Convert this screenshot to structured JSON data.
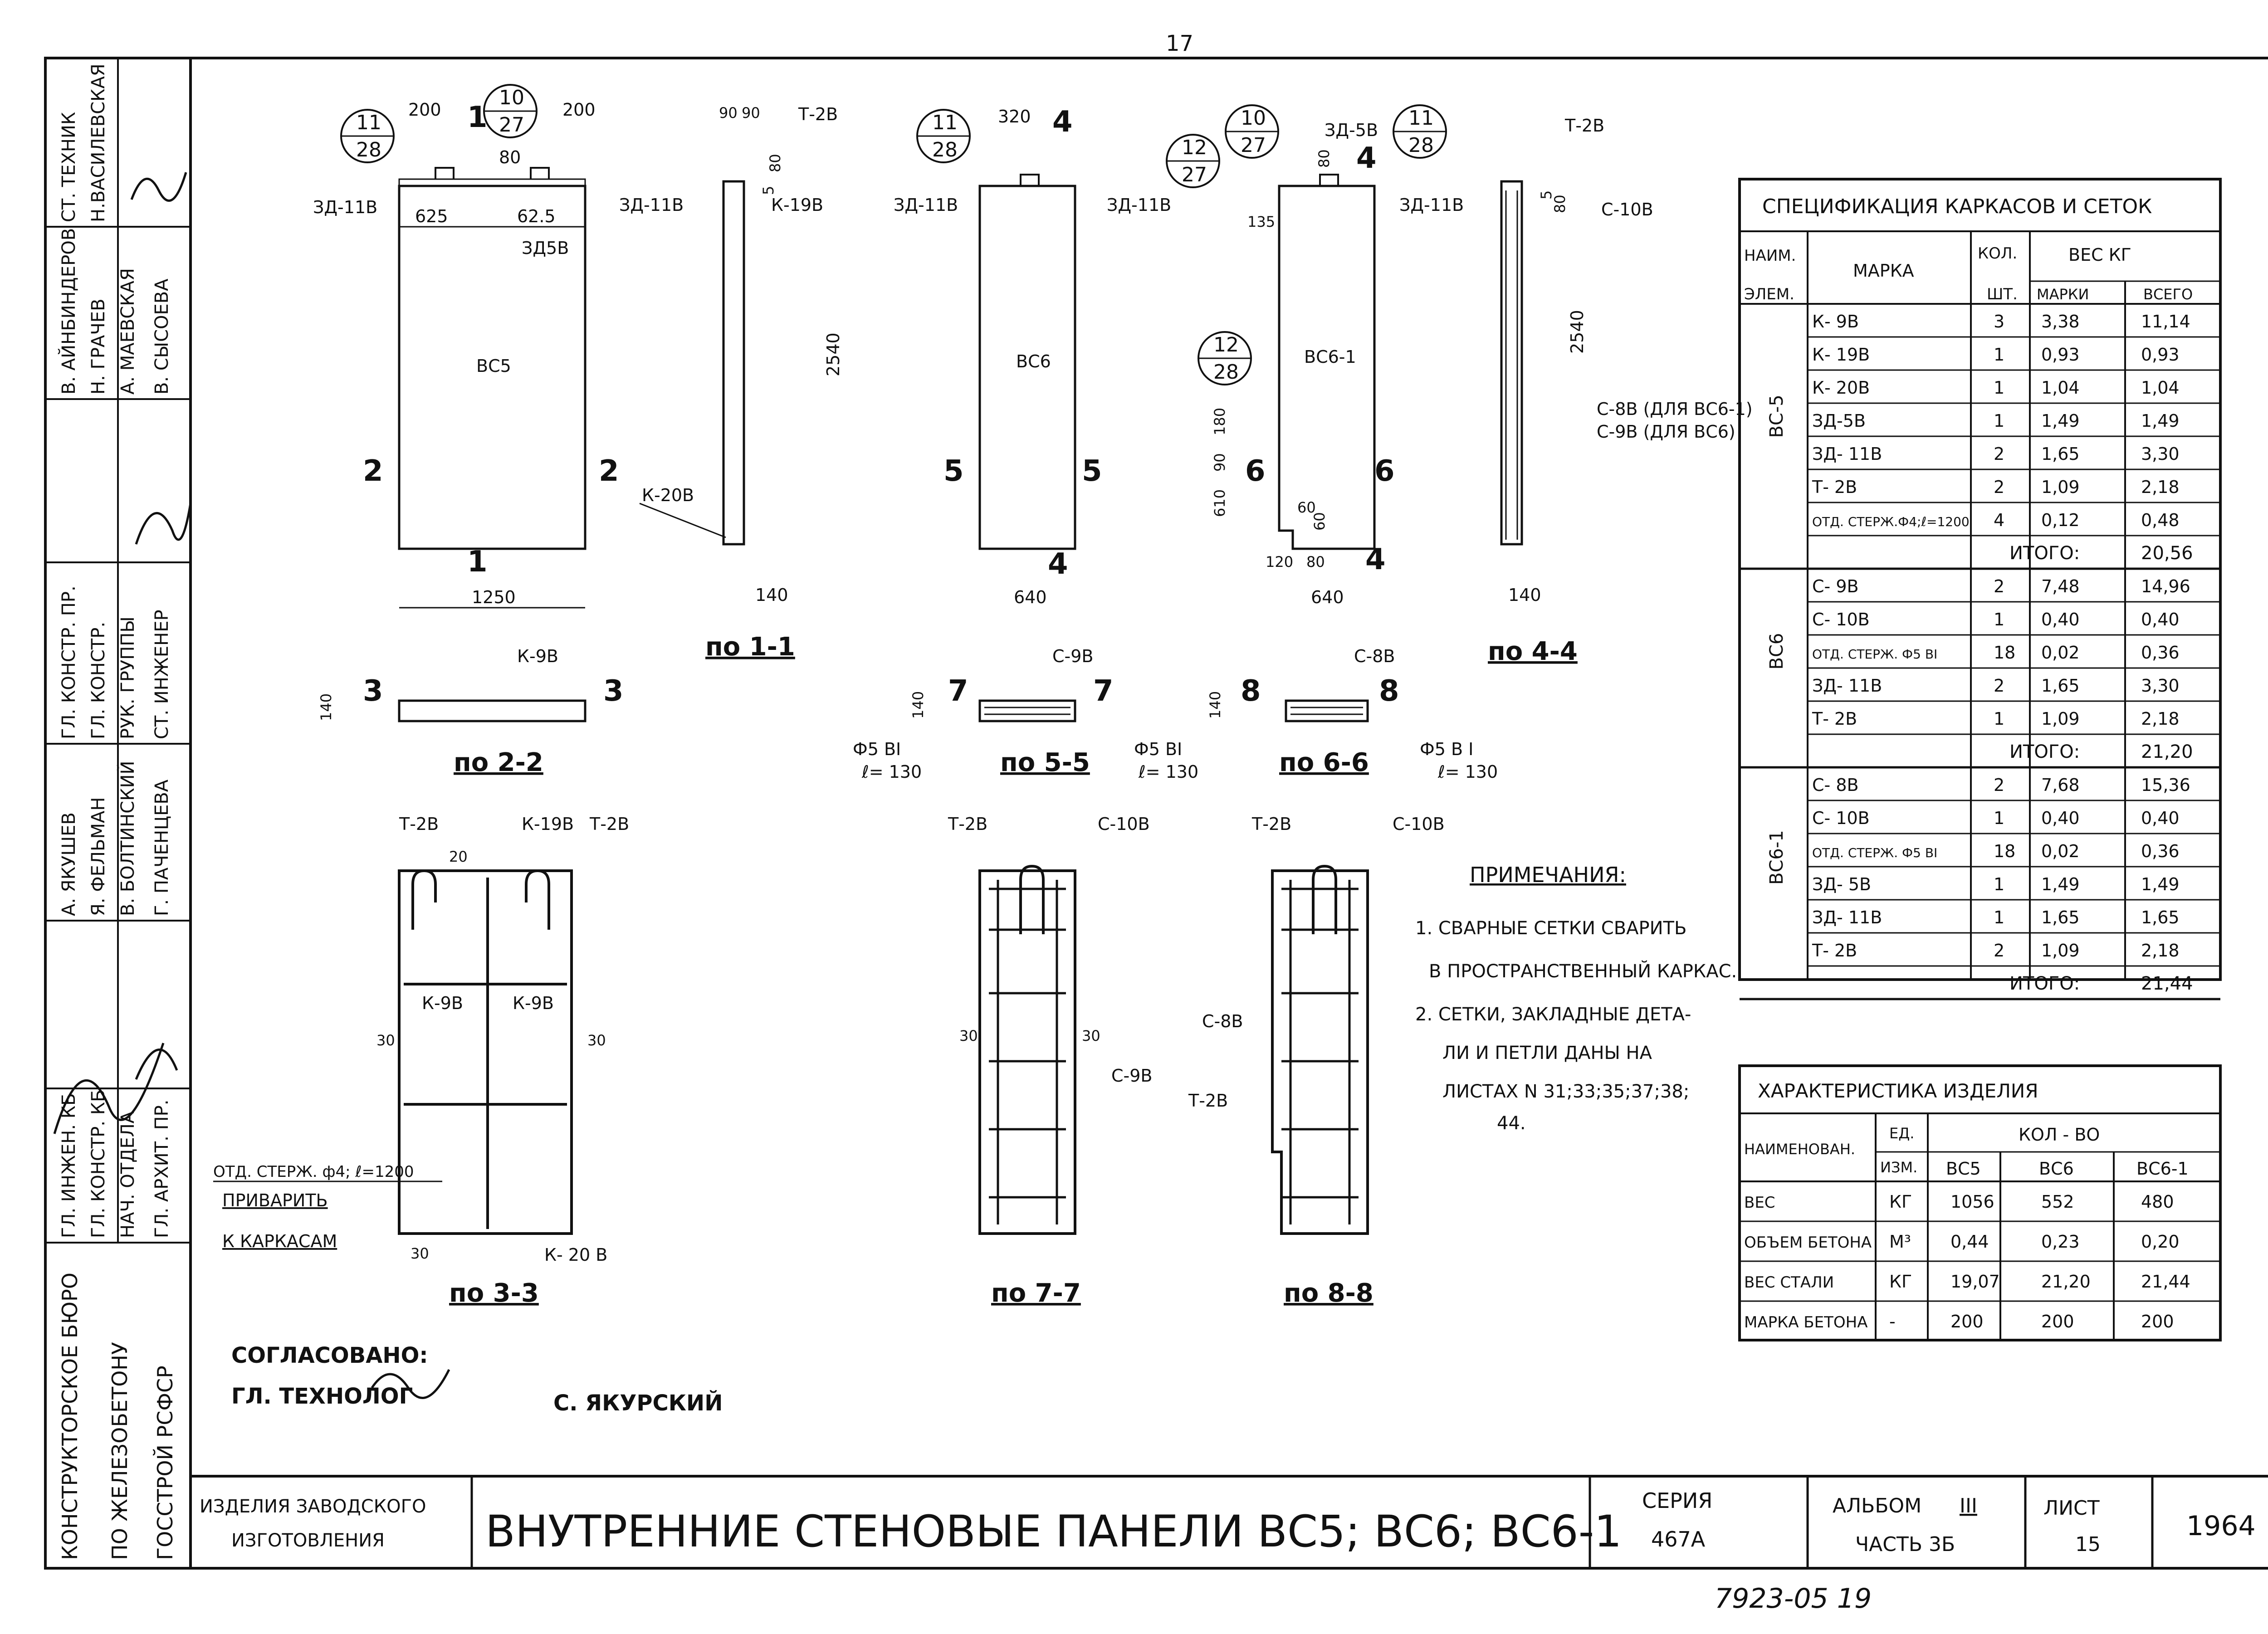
{
  "page_number": "17",
  "stamp_bottom": "7923-05 19",
  "left_strip": {
    "rows": [
      {
        "role": "СТ. ТЕХНИК",
        "name": "Н.ВАСИЛЕВСКАЯ"
      },
      {
        "role": "В. АЙНБИНДЕРОВ",
        "name": "Н. ГРАЧЕВ"
      },
      {
        "role": "А. МАЕВСКАЯ",
        "name": "В. СЫСОЕВА"
      },
      {
        "role": "ГЛ. КОНСТР. ПР.",
        "name": "ГЛ. КОНСТР."
      },
      {
        "role": "РУК. ГРУППЫ",
        "name": "СТ. ИНЖЕНЕР"
      },
      {
        "role": "А. ЯКУШЕВ",
        "name": "Я. ФЕЛЬМАН"
      },
      {
        "role": "В. БОЛТИНСКИЙ",
        "name": "Г. ПАЧЕНЦЕВА"
      },
      {
        "role": "ГЛ. ИНЖЕН. КБ",
        "name": "ГЛ. КОНСТР. КБ"
      },
      {
        "role": "НАЧ. ОТДЕЛА",
        "name": "ГЛ. АРХИТ. ПР."
      }
    ],
    "org": [
      "КОНСТРУКТОРСКОЕ БЮРО",
      "ПО ЖЕЛЕЗОБЕТОНУ",
      "ГОССТРОЙ РСФСР"
    ]
  },
  "drawings": {
    "vs5": {
      "label": "ВС5",
      "w": "1250",
      "w_top_left": "625",
      "w_top_right": "62.5",
      "top_left": "200",
      "top_right": "200",
      "tag_left": "ЗД-11В",
      "tag_right": "ЗД-11В",
      "tag_mid": "ЗД5В",
      "note_80": "80",
      "k20": "К-20В"
    },
    "sec11": {
      "label": "по 1-1",
      "t2": "Т-2В",
      "k19": "К-19В",
      "h": "2540",
      "w": "140",
      "d1": "90",
      "d2": "90",
      "d3": "80",
      "d4": "5"
    },
    "vs6": {
      "label": "ВС6",
      "w": "640",
      "top": "320",
      "tag_left": "ЗД-11В",
      "tag_right": "ЗД-11В"
    },
    "vs61": {
      "label": "ВС6-1",
      "w": "640",
      "d135": "135",
      "d180": "180",
      "d90": "90",
      "d610": "610",
      "d60a": "60",
      "d60b": "60",
      "d120": "120",
      "d80": "80",
      "tag_top": "ЗД-5В",
      "tag_right": "ЗД-11В",
      "d80top": "80"
    },
    "sec44": {
      "label": "по 4-4",
      "t2": "Т-2В",
      "c10": "С-10В",
      "h": "2540",
      "w": "140",
      "c8": "С-8В (ДЛЯ ВС6-1)",
      "c9": "С-9В (ДЛЯ ВС6)",
      "d5": "5",
      "d80": "80"
    },
    "sec22": {
      "label": "по 2-2",
      "k9": "К-9В",
      "d": "140"
    },
    "sec55": {
      "label": "по 5-5",
      "c9": "С-9В",
      "d": "140",
      "bar": "Ф5 ВI",
      "l": "ℓ= 130",
      "bar2": "Ф5 ВI",
      "l2": "ℓ= 130"
    },
    "sec66": {
      "label": "по 6-6",
      "c8": "С-8В",
      "d": "140",
      "bar": "Ф5 В I",
      "l": "ℓ= 130"
    },
    "sec33": {
      "label": "по 3-3",
      "t2a": "Т-2В",
      "k19": "К-19В",
      "t2b": "Т-2В",
      "d20": "20",
      "k9a": "К-9В",
      "k9b": "К-9В",
      "d30a": "30",
      "d30b": "30",
      "d30c": "30",
      "k20": "К- 20 В",
      "rod": "ОТД. СТЕРЖ. ф4; ℓ=1200",
      "weld1": "ПРИВАРИТЬ",
      "weld2": "К КАРКАСАМ"
    },
    "sec77": {
      "label": "по 7-7",
      "t2": "Т-2В",
      "c10": "С-10В",
      "d30a": "30",
      "d30b": "30",
      "c9": "С-9В"
    },
    "sec88": {
      "label": "по 8-8",
      "t2": "Т-2В",
      "c10": "С-10В",
      "c8": "С-8В",
      "t2b": "Т-2В"
    }
  },
  "callouts": [
    {
      "top": "11",
      "bottom": "28"
    },
    {
      "top": "10",
      "bottom": "27"
    },
    {
      "top": "11",
      "bottom": "28"
    },
    {
      "top": "10",
      "bottom": "27"
    },
    {
      "top": "11",
      "bottom": "28"
    },
    {
      "top": "12",
      "bottom": "27"
    },
    {
      "top": "12",
      "bottom": "28"
    }
  ],
  "cut_marks": {
    "c1": "1",
    "c2": "2",
    "c4": "4",
    "c5": "5",
    "c6": "6",
    "c3": "3",
    "c7": "7",
    "c8": "8"
  },
  "spec_table": {
    "title": "СПЕЦИФИКАЦИЯ КАРКАСОВ И СЕТОК",
    "h_name": "НАИМ.",
    "h_elem": "ЭЛЕМ.",
    "h_mark": "МАРКА",
    "h_qty": "КОЛ.",
    "h_pcs": "ШТ.",
    "h_weight": "ВЕС КГ",
    "h_per": "МАРКИ",
    "h_total": "ВСЕГО",
    "groups": [
      {
        "name": "ВС-5",
        "rows": [
          [
            "К- 9В",
            "3",
            "3,38",
            "11,14"
          ],
          [
            "К- 19В",
            "1",
            "0,93",
            "0,93"
          ],
          [
            "К- 20В",
            "1",
            "1,04",
            "1,04"
          ],
          [
            "ЗД-5В",
            "1",
            "1,49",
            "1,49"
          ],
          [
            "ЗД- 11В",
            "2",
            "1,65",
            "3,30"
          ],
          [
            "Т- 2В",
            "2",
            "1,09",
            "2,18"
          ],
          [
            "ОТД. СТЕРЖ.Ф4;ℓ=1200",
            "4",
            "0,12",
            "0,48"
          ]
        ],
        "total_label": "ИТОГО:",
        "total": "20,56"
      },
      {
        "name": "ВС6",
        "rows": [
          [
            "С- 9В",
            "2",
            "7,48",
            "14,96"
          ],
          [
            "С- 10В",
            "1",
            "0,40",
            "0,40"
          ],
          [
            "ОТД. СТЕРЖ. Ф5 ВI",
            "18",
            "0,02",
            "0,36"
          ],
          [
            "ЗД- 11В",
            "2",
            "1,65",
            "3,30"
          ],
          [
            "Т- 2В",
            "1",
            "1,09",
            "2,18"
          ]
        ],
        "total_label": "ИТОГО:",
        "total": "21,20"
      },
      {
        "name": "ВС6-1",
        "rows": [
          [
            "С- 8В",
            "2",
            "7,68",
            "15,36"
          ],
          [
            "С- 10В",
            "1",
            "0,40",
            "0,40"
          ],
          [
            "ОТД. СТЕРЖ. Ф5 ВI",
            "18",
            "0,02",
            "0,36"
          ],
          [
            "ЗД- 5В",
            "1",
            "1,49",
            "1,49"
          ],
          [
            "ЗД- 11В",
            "1",
            "1,65",
            "1,65"
          ],
          [
            "Т- 2В",
            "2",
            "1,09",
            "2,18"
          ]
        ],
        "total_label": "ИТОГО:",
        "total": "21,44"
      }
    ]
  },
  "notes": {
    "title": "ПРИМЕЧАНИЯ:",
    "lines": [
      "1. СВАРНЫЕ СЕТКИ СВАРИТЬ",
      "В ПРОСТРАНСТВЕННЫЙ КАРКАС.",
      "2. СЕТКИ, ЗАКЛАДНЫЕ ДЕТА-",
      "ЛИ И ПЕТЛИ ДАНЫ НА",
      "ЛИСТАХ N 31;33;35;37;38;",
      "44."
    ]
  },
  "char_table": {
    "title": "ХАРАКТЕРИСТИКА ИЗДЕЛИЯ",
    "h_name": "НАИМЕНОВАН.",
    "h_unit": "ЕД.",
    "h_unit2": "ИЗМ.",
    "h_qty": "КОЛ - ВО",
    "cols": [
      "ВС5",
      "ВС6",
      "ВС6-1"
    ],
    "rows": [
      [
        "ВЕС",
        "КГ",
        "1056",
        "552",
        "480"
      ],
      [
        "ОБЪЕМ БЕТОНА",
        "М³",
        "0,44",
        "0,23",
        "0,20"
      ],
      [
        "ВЕС СТАЛИ",
        "КГ",
        "19,07",
        "21,20",
        "21,44"
      ],
      [
        "МАРКА БЕТОНА",
        "-",
        "200",
        "200",
        "200"
      ]
    ]
  },
  "approval": {
    "line1": "СОГЛАСОВАНО:",
    "line2": "ГЛ. ТЕХНОЛОГ",
    "name": "С. ЯКУРСКИЙ"
  },
  "title_block": {
    "kind1": "ИЗДЕЛИЯ ЗАВОДСКОГО",
    "kind2": "ИЗГОТОВЛЕНИЯ",
    "title": "ВНУТРЕННИЕ СТЕНОВЫЕ ПАНЕЛИ ВС5; ВС6; ВС6-1",
    "series_label": "СЕРИЯ",
    "series": "467А",
    "album_label": "АЛЬБОМ",
    "album": "III",
    "part": "ЧАСТЬ 3Б",
    "sheet_label": "ЛИСТ",
    "sheet": "15",
    "year": "1964"
  }
}
